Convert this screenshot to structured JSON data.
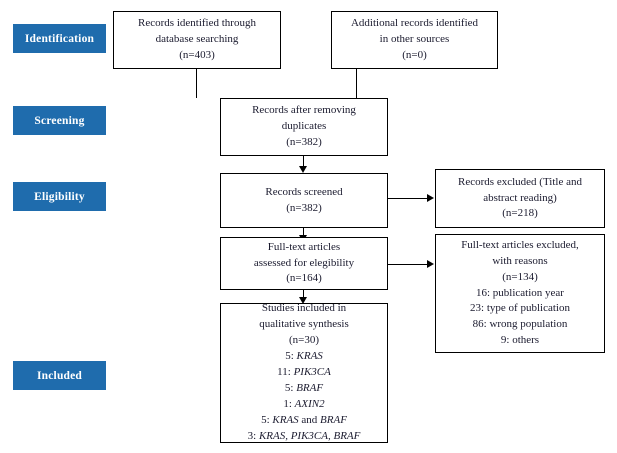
{
  "diagram": {
    "type": "prisma-flow-diagram",
    "accent_color": "#1F6CAD",
    "box_border_color": "#000000",
    "text_color": "#1a1a2e",
    "background": "#ffffff"
  },
  "stages": [
    {
      "id": "identification",
      "label": "Identification"
    },
    {
      "id": "screening",
      "label": "Screening"
    },
    {
      "id": "eligibility",
      "label": "Eligibility"
    },
    {
      "id": "included",
      "label": "Included"
    }
  ],
  "boxes": {
    "records_identified": {
      "line1": "Records identified through",
      "line2": "database searching",
      "count": "(n=403)"
    },
    "additional_records": {
      "line1": "Additional records identified",
      "line2": "in other sources",
      "count": "(n=0)"
    },
    "after_duplicates": {
      "line1": "Records after removing",
      "line2": "duplicates",
      "count": "(n=382)"
    },
    "records_screened": {
      "line1": "Records screened",
      "count": "(n=382)"
    },
    "records_excluded": {
      "line1": "Records excluded (Title and",
      "line2": "abstract reading)",
      "count": "(n=218)"
    },
    "fulltext_assessed": {
      "line1": "Full-text articles",
      "line2": "assessed for elegibility",
      "count": "(n=164)"
    },
    "fulltext_excluded": {
      "line1": "Full-text articles excluded,",
      "line2": "with reasons",
      "count": "(n=134)",
      "reasons": [
        "16: publication year",
        "23: type of publication",
        "86: wrong population",
        "9: others"
      ]
    },
    "studies_included": {
      "line1": "Studies included in",
      "line2": "qualitative synthesis",
      "count": "(n=30)",
      "breakdown": [
        {
          "prefix": "5: ",
          "genes": "KRAS",
          "suffix": ""
        },
        {
          "prefix": "11: ",
          "genes": "PIK3CA",
          "suffix": ""
        },
        {
          "prefix": "5: ",
          "genes": "BRAF",
          "suffix": ""
        },
        {
          "prefix": "1: ",
          "genes": "AXIN2",
          "suffix": ""
        },
        {
          "prefix": "5: ",
          "genes": "KRAS",
          "mid": " and ",
          "genes2": "BRAF",
          "suffix": ""
        },
        {
          "prefix": "3: ",
          "genes": "KRAS, PIK3CA, BRAF",
          "suffix": ""
        }
      ]
    }
  },
  "counts": {
    "identified_database": 403,
    "identified_other": 0,
    "after_duplicates": 382,
    "screened": 382,
    "excluded_title_abstract": 218,
    "fulltext_assessed": 164,
    "fulltext_excluded": 134,
    "excluded_publication_year": 16,
    "excluded_type_of_publication": 23,
    "excluded_wrong_population": 86,
    "excluded_others": 9,
    "included_total": 30,
    "included_kras": 5,
    "included_pik3ca": 11,
    "included_braf": 5,
    "included_axin2": 1,
    "included_kras_and_braf": 5,
    "included_kras_pik3ca_braf": 3
  }
}
